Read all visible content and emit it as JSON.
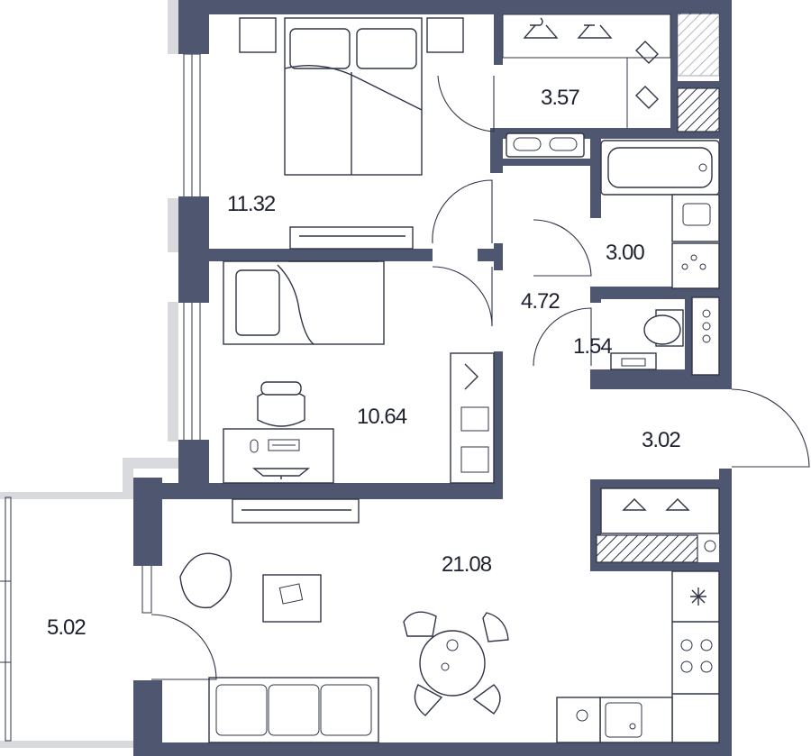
{
  "plan": {
    "rooms": [
      {
        "id": "bedroom-1",
        "area": "11.32"
      },
      {
        "id": "bedroom-2",
        "area": "10.64"
      },
      {
        "id": "wardrobe",
        "area": "3.57"
      },
      {
        "id": "bathroom",
        "area": "3.00"
      },
      {
        "id": "corridor",
        "area": "4.72"
      },
      {
        "id": "toilet",
        "area": "1.54"
      },
      {
        "id": "hallway",
        "area": "3.02"
      },
      {
        "id": "living-kitchen",
        "area": "21.08"
      },
      {
        "id": "balcony",
        "area": "5.02"
      }
    ],
    "icons": [
      "hanger-icon",
      "bed-icon",
      "bathtub-icon",
      "sink-icon",
      "toilet-icon",
      "snowflake-icon",
      "stove-icon",
      "chair-icon",
      "sofa-icon",
      "monitor-icon",
      "keyboard-icon",
      "washing-machine-icon"
    ],
    "colors": {
      "wall": "#4e5670",
      "exterior_wall": "#d9dadd",
      "line": "#2f3547",
      "background": "#ffffff"
    }
  }
}
